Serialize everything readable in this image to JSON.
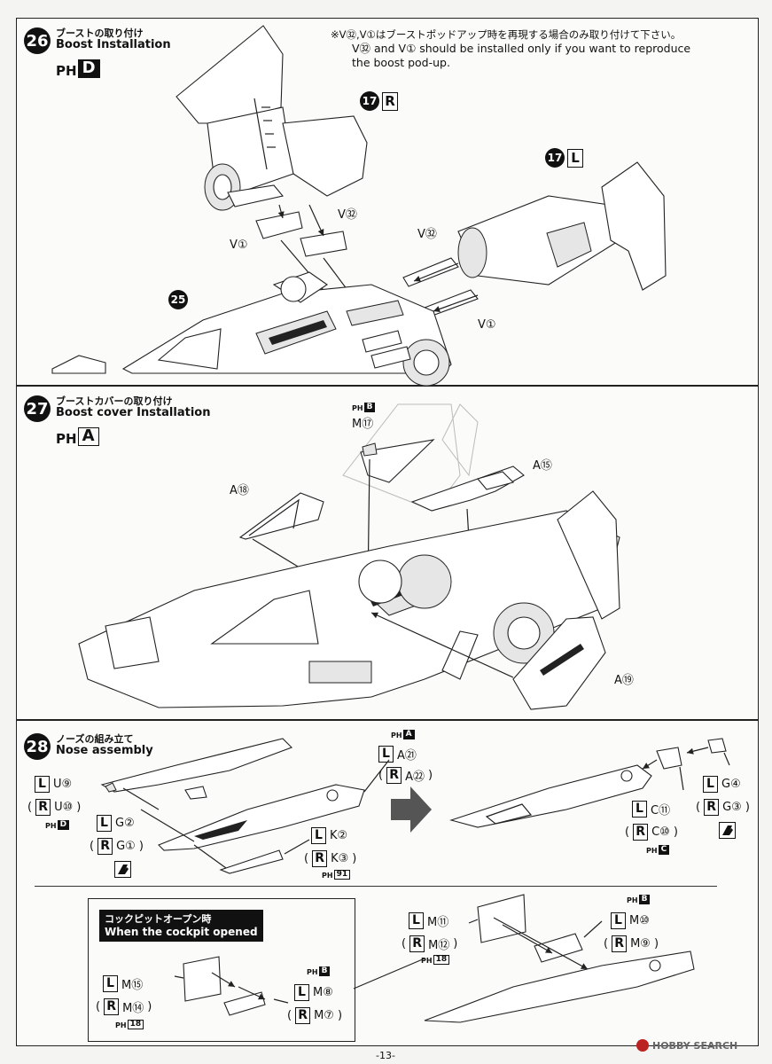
{
  "steps": [
    {
      "number": "26",
      "title_jp": "ブーストの取り付け",
      "title_en": "Boost Installation",
      "runner": {
        "p": "PH",
        "letter": "D"
      },
      "note": {
        "jp": "※V㉜,V①はブーストポッドアップ時を再現する場合のみ取り付けて下さい。",
        "en_line1": "V㉜ and V① should be installed only if you want to reproduce",
        "en_line2": "the boost pod-up."
      },
      "refs": {
        "r17_num": "17",
        "r17_side": "R",
        "l17_num": "17",
        "l17_side": "L",
        "ref25": "25"
      },
      "labels": {
        "v1_left": "V①",
        "v32_left": "V㉜",
        "v32_right": "V㉜",
        "v1_right": "V①"
      }
    },
    {
      "number": "27",
      "title_jp": "ブーストカバーの取り付け",
      "title_en": "Boost cover Installation",
      "runner": {
        "p": "PH",
        "letter": "A"
      },
      "runner_b": {
        "p": "PH",
        "letter": "B"
      },
      "labels": {
        "m17": "M⑰",
        "a15": "A⑮",
        "a18": "A⑱",
        "a19": "A⑲"
      }
    },
    {
      "number": "28",
      "title_jp": "ノーズの組み立て",
      "title_en": "Nose assembly",
      "runner_a": {
        "p": "PH",
        "letter": "A"
      },
      "runner_d": {
        "p": "PH",
        "letter": "D"
      },
      "runner_91": {
        "p": "PH",
        "letter": "91"
      },
      "runner_c": {
        "p": "PH",
        "letter": "C"
      },
      "runner_b1": {
        "p": "PH",
        "letter": "B"
      },
      "runner_18a": {
        "p": "PH",
        "letter": "18"
      },
      "runner_b2": {
        "p": "PH",
        "letter": "B"
      },
      "runner_18b": {
        "p": "PH",
        "letter": "18"
      },
      "side_l": "L",
      "side_r": "R",
      "open_paren": "(",
      "close_paren": ")",
      "parts": {
        "u9": "U⑨",
        "u10": "U⑩",
        "g2": "G②",
        "g1": "G①",
        "a21": "A㉑",
        "a22": "A㉒",
        "k2": "K②",
        "k3": "K③",
        "c11": "C⑪",
        "c10": "C⑩",
        "g4": "G④",
        "g3": "G③",
        "m11": "M⑪",
        "m12": "M⑫",
        "m10": "M⑩",
        "m9": "M⑨",
        "m15": "M⑮",
        "m14": "M⑭",
        "m8": "M⑧",
        "m7": "M⑦"
      },
      "cockpit_badge_jp": "コックピットオープン時",
      "cockpit_badge_en": "When the cockpit opened"
    }
  ],
  "page_number": "-13-",
  "watermark": "HOBBY SEARCH"
}
